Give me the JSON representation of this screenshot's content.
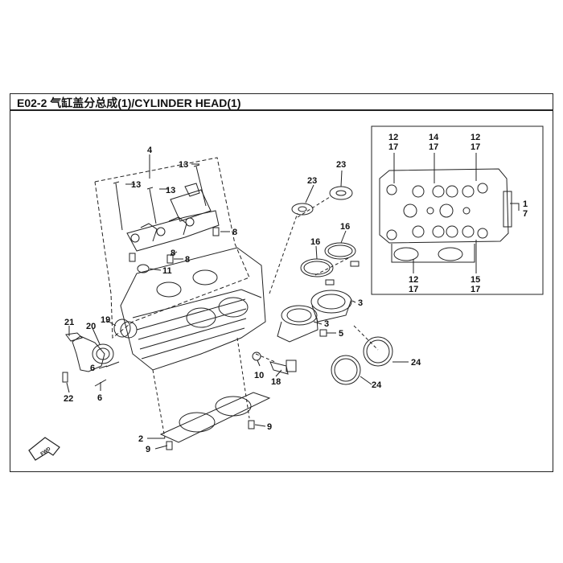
{
  "header": {
    "title": "E02-2 气缸盖分总成(1)/CYLINDER HEAD(1)"
  },
  "fwd_label": "FWD",
  "callouts": [
    {
      "id": "c4",
      "label": "4"
    },
    {
      "id": "c13a",
      "label": "13"
    },
    {
      "id": "c13b",
      "label": "13"
    },
    {
      "id": "c13c",
      "label": "13"
    },
    {
      "id": "c8a",
      "label": "8"
    },
    {
      "id": "c8b",
      "label": "8"
    },
    {
      "id": "c8c",
      "label": "8"
    },
    {
      "id": "c11",
      "label": "11"
    },
    {
      "id": "c21",
      "label": "21"
    },
    {
      "id": "c20",
      "label": "20"
    },
    {
      "id": "c19",
      "label": "19"
    },
    {
      "id": "c6a",
      "label": "6"
    },
    {
      "id": "c6b",
      "label": "6"
    },
    {
      "id": "c22",
      "label": "22"
    },
    {
      "id": "c10",
      "label": "10"
    },
    {
      "id": "c18",
      "label": "18"
    },
    {
      "id": "c9a",
      "label": "9"
    },
    {
      "id": "c9b",
      "label": "9"
    },
    {
      "id": "c2",
      "label": "2"
    },
    {
      "id": "c23a",
      "label": "23"
    },
    {
      "id": "c23b",
      "label": "23"
    },
    {
      "id": "c16a",
      "label": "16"
    },
    {
      "id": "c16b",
      "label": "16"
    },
    {
      "id": "c3a",
      "label": "3"
    },
    {
      "id": "c3b",
      "label": "3"
    },
    {
      "id": "c5",
      "label": "5"
    },
    {
      "id": "c24a",
      "label": "24"
    },
    {
      "id": "c24b",
      "label": "24"
    },
    {
      "id": "c12a",
      "label": "12"
    },
    {
      "id": "c17a",
      "label": "17"
    },
    {
      "id": "c14",
      "label": "14"
    },
    {
      "id": "c17b",
      "label": "17"
    },
    {
      "id": "c12b",
      "label": "12"
    },
    {
      "id": "c17c",
      "label": "17"
    },
    {
      "id": "c1",
      "label": "1"
    },
    {
      "id": "c7",
      "label": "7"
    },
    {
      "id": "c12c",
      "label": "12"
    },
    {
      "id": "c17d",
      "label": "17"
    },
    {
      "id": "c15",
      "label": "15"
    },
    {
      "id": "c17e",
      "label": "17"
    }
  ],
  "colors": {
    "line": "#222222",
    "background": "#ffffff"
  }
}
